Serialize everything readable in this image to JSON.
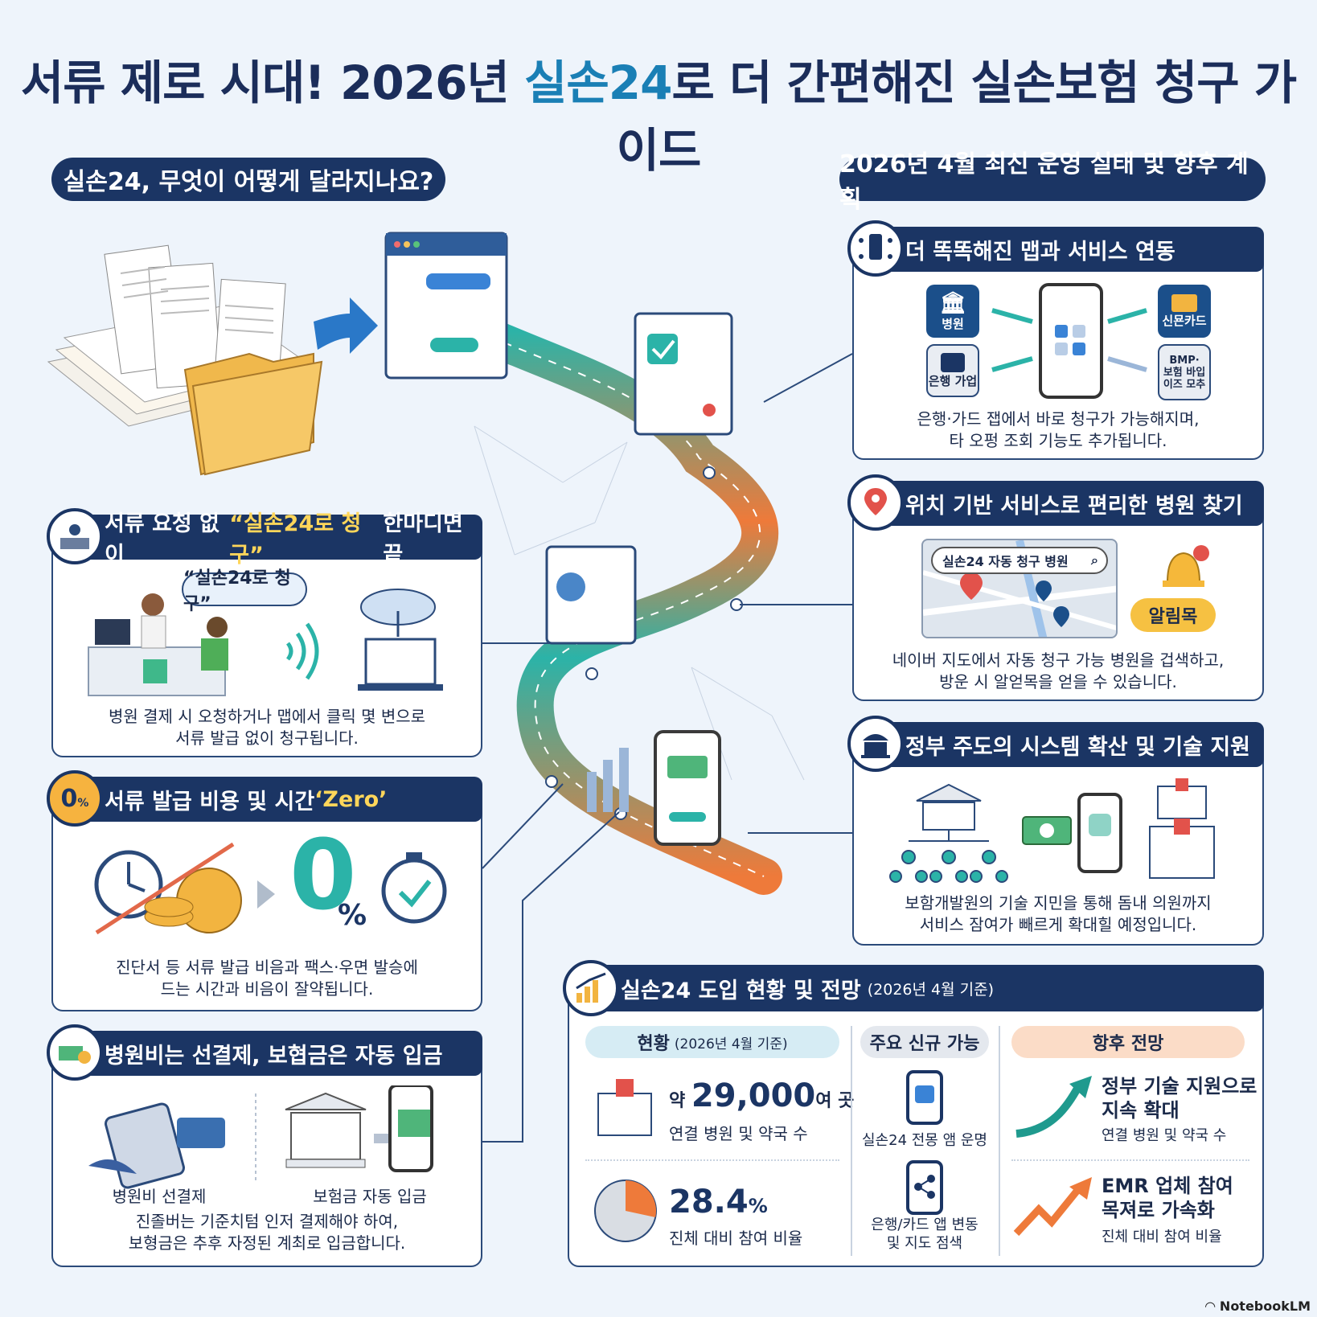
{
  "title": {
    "prefix": "서류 제로 시대! 2026년 ",
    "highlight": "실손24",
    "suffix": "로 더 간편해진 실손보험 청구 가이드"
  },
  "sections": {
    "left_header": "실손24, 무엇이 어떻게 달라지나요?",
    "right_header": "2026년 4월 최신 운영 실태 및 향후 계획"
  },
  "left_cards": [
    {
      "title_prefix": "서류 요청 없이 ",
      "title_highlight": "“실손24로 청구”",
      "title_suffix": " 한마디면 끝",
      "bubble": "“실손24로 청구”",
      "caption_1": "병원 결제 시 오청하거나 맵에서 클릭 몇 변으로",
      "caption_2": "서류 발급 없이 청구됩니다."
    },
    {
      "title_prefix": "서류 발급 비용 및 시간 ",
      "title_highlight": "‘Zero’",
      "zero_text": "0",
      "percent_text": "%",
      "caption_1": "진단서 등 서류 발급 비음과 팩스·우면 발승에",
      "caption_2": "드는 시간과 비음이 잘약됩니다."
    },
    {
      "title": "병원비는 선결제, 보협금은 자동 입금",
      "label_left": "병원비 선결제",
      "label_right": "보험금 자동 입금",
      "caption_1": "진졸버는 기준치텀 인저 결제해야 하여,",
      "caption_2": "보형금은 추후 자정된 계최로 입금합니다."
    }
  ],
  "right_cards": [
    {
      "title": "더 똑똑해진 맵과 서비스 연동",
      "nodes": [
        "병원",
        "은행 가업",
        "신묜카드",
        "BMP·\n보험 바입\n이즈 모추"
      ],
      "caption_1": "은행·가드 잽에서 바로 청구가 가능해지며,",
      "caption_2": "타 오펑 조회 기능도 추가됩니다."
    },
    {
      "title": "위치 기반 서비스로 편리한 병원 찾기",
      "search_text": "실손24 자동 청구 병원",
      "alert_label": "알림목",
      "caption_1": "네이버 지도에서 자동 청구 가능 병원을 겁색하고,",
      "caption_2": "방운 시 알얻목을 얻을 수 있습니다."
    },
    {
      "title": "정부 주도의 시스템 확산 및 기술 지원",
      "caption_1": "보함개발원의 기술 지민을 통해 돔내 의원까지",
      "caption_2": "서비스 잠여가 빼르게 확대힐 예정입니다."
    }
  ],
  "status_card": {
    "title": "실손24 도입 현황 및 전망",
    "title_note": "(2026년 4월 기준)",
    "col1_tag": "현황",
    "col1_tag_note": "(2026년 4월 기준)",
    "stat1_prefix": "약 ",
    "stat1_value": "29,000",
    "stat1_suffix": "여 곳",
    "stat1_label": "연결 병원 및 약국 수",
    "stat2_value": "28.4",
    "stat2_unit": "%",
    "stat2_label": "진체 대비 참여 비율",
    "stat2_fraction": 0.284,
    "col2_tag": "주요 신규 가능",
    "col2_item1": "실손24 전몽 앰 운명",
    "col2_item2_1": "은행/카드 앱 변동",
    "col2_item2_2": "및 지도 점색",
    "col3_tag": "항후 전망",
    "col3_item1_1": "정부 기술 지원으로",
    "col3_item1_2": "지속 확대",
    "col3_item1_sub": "연결 병원 및 약국 수",
    "col3_item2_1": "EMR 업체 참여",
    "col3_item2_2": "목져로 가속화",
    "col3_item2_sub": "진체 대비 참여 비율"
  },
  "footer": "NotebookLM",
  "colors": {
    "navy": "#1b3564",
    "teal": "#2bb3a8",
    "orange": "#ee7a3a",
    "accent_yellow": "#ffd65a",
    "background": "#eef4fb"
  }
}
